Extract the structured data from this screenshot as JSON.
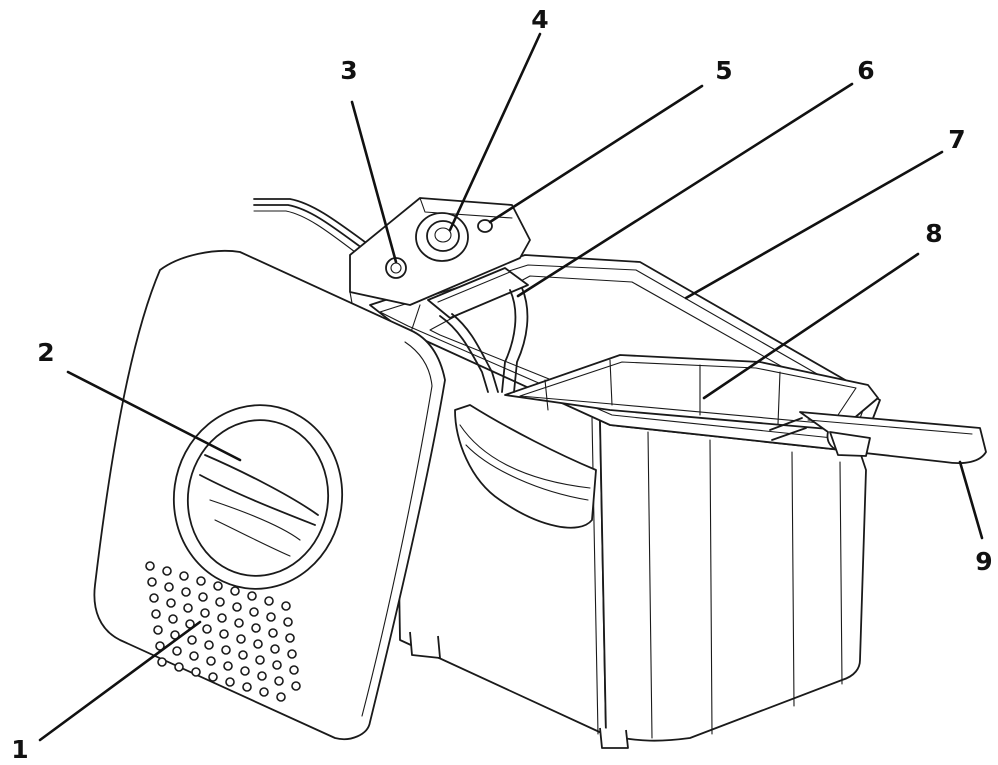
{
  "diagram": {
    "callouts": [
      {
        "id": "1",
        "text": "1"
      },
      {
        "id": "2",
        "text": "2"
      },
      {
        "id": "3",
        "text": "3"
      },
      {
        "id": "4",
        "text": "4"
      },
      {
        "id": "5",
        "text": "5"
      },
      {
        "id": "6",
        "text": "6"
      },
      {
        "id": "7",
        "text": "7"
      },
      {
        "id": "8",
        "text": "8"
      },
      {
        "id": "9",
        "text": "9"
      }
    ],
    "colors": {
      "ink": "#1a1a1a",
      "background": "#ffffff"
    }
  }
}
